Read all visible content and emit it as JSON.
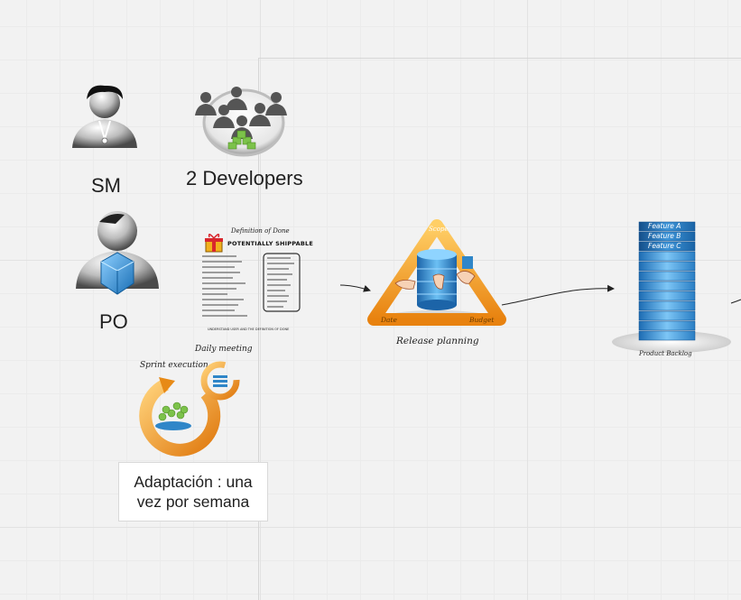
{
  "canvas": {
    "frame_label": ""
  },
  "people": {
    "sm_label": "SM",
    "developers_label": "2 Developers",
    "po_label": "PO"
  },
  "dod_card": {
    "header": "Definition of Done",
    "title": "POTENTIALLY SHIPPABLE",
    "footer": "UNDERSTAND USER AND THE DEFINITION OF DONE"
  },
  "release_planning": {
    "caption": "Release planning",
    "scope": "Scope",
    "date": "Date",
    "budget": "Budget"
  },
  "backlog": {
    "caption": "Product Backlog",
    "features": [
      "Feature A",
      "Feature B",
      "Feature C"
    ]
  },
  "sprint": {
    "execution_label": "Sprint execution",
    "daily_label": "Daily meeting"
  },
  "note": {
    "text": "Adaptación : una vez por semana"
  },
  "colors": {
    "orange": "#f29a1e",
    "blue": "#2f86c8",
    "grid": "#e2e2e2",
    "green": "#7cc24a"
  }
}
